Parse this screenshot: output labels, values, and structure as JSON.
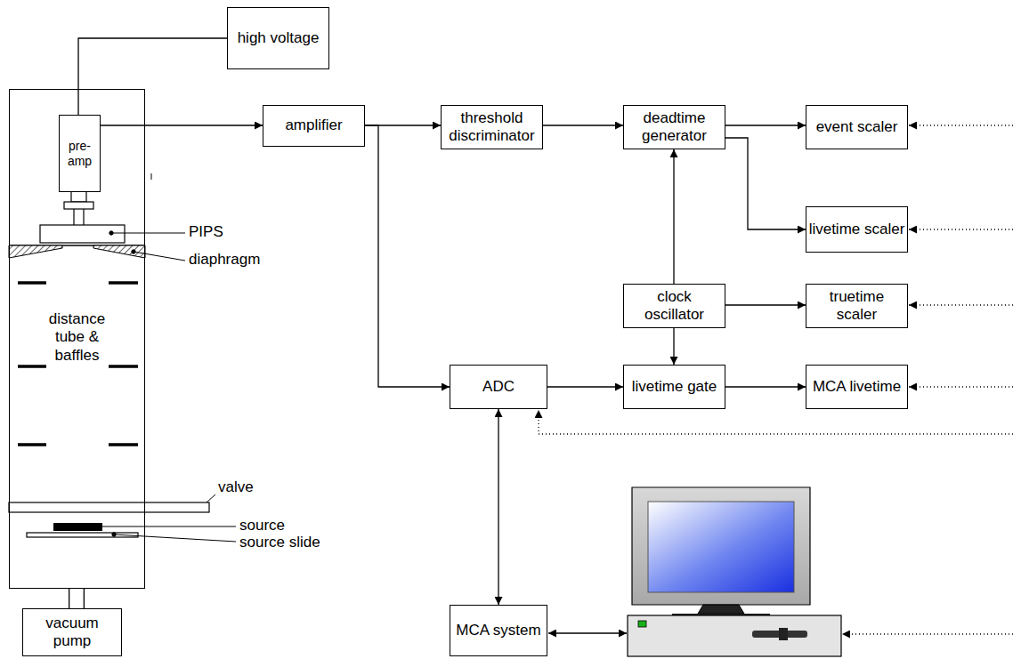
{
  "diagram": {
    "nodes": [
      {
        "text": [
          "high voltage"
        ]
      },
      {
        "text": [
          "distance tube & baffles"
        ]
      },
      {
        "text": [
          "pre- amp"
        ],
        "in": 1
      },
      {
        "text": [
          "vacuum pump"
        ]
      },
      {
        "text": [
          "amplifier"
        ]
      },
      {
        "text": [
          "threshold discriminator"
        ]
      },
      {
        "text": [
          "deadtime generator"
        ]
      },
      {
        "text": [
          "event scaler"
        ]
      },
      {
        "text": [
          "livetime scaler"
        ]
      },
      {
        "text": [
          "clock oscillator"
        ]
      },
      {
        "text": [
          "truetime scaler"
        ]
      },
      {
        "text": [
          "ADC"
        ]
      },
      {
        "text": [
          "livetime gate"
        ]
      },
      {
        "text": [
          "MCA livetime"
        ]
      },
      {
        "text": [
          "MCA system"
        ]
      }
    ],
    "edges": [
      {
        "from": 0,
        "to": 2,
        "arrow": "none"
      },
      {
        "from": 2,
        "to": 4,
        "arrow": "to"
      },
      {
        "from": 1,
        "to": 3,
        "arrow": "none"
      },
      {
        "from": 4,
        "to": 5,
        "arrow": "to"
      },
      {
        "from": 4,
        "to": 11,
        "arrow": "to"
      },
      {
        "from": 5,
        "to": 6,
        "arrow": "to"
      },
      {
        "from": 6,
        "to": 7,
        "arrow": "to"
      },
      {
        "from": 6,
        "to": 8,
        "arrow": "to"
      },
      {
        "from": 9,
        "to": 6,
        "arrow": "to"
      },
      {
        "from": 9,
        "to": 10,
        "arrow": "to"
      },
      {
        "from": 9,
        "to": 12,
        "arrow": "to"
      },
      {
        "from": 11,
        "to": 12,
        "arrow": "to"
      },
      {
        "from": 12,
        "to": 13,
        "arrow": "to"
      },
      {
        "from": 11,
        "to": 14,
        "arrow": "both"
      }
    ],
    "labels": [
      "PIPS",
      "diaphragm",
      "valve",
      "source",
      "source slide"
    ]
  }
}
